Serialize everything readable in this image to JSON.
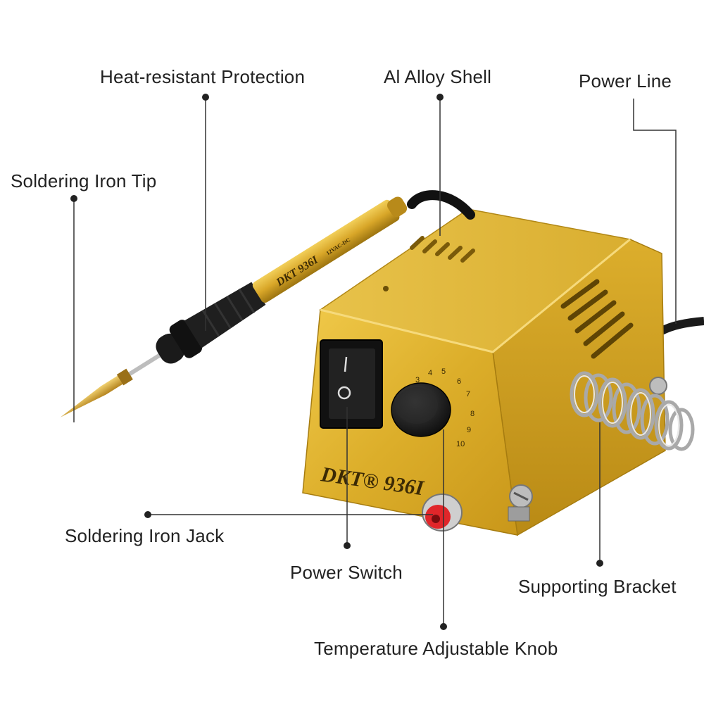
{
  "labels": {
    "heat_protection": "Heat-resistant Protection",
    "alloy_shell": "Al Alloy Shell",
    "power_line": "Power Line",
    "iron_tip": "Soldering Iron Tip",
    "iron_jack": "Soldering Iron Jack",
    "power_switch": "Power Switch",
    "supporting_bracket": "Supporting Bracket",
    "temperature_knob": "Temperature Adjustable Knob"
  },
  "product": {
    "brand": "DKT",
    "model": "936I",
    "iron_rating": "12VAC-DC",
    "switch_on_mark": "I",
    "switch_off_mark": "O",
    "dial_numbers": [
      "3",
      "4",
      "5",
      "6",
      "7",
      "8",
      "9",
      "10"
    ]
  },
  "colors": {
    "shell_gold": "#d9ad2c",
    "shell_dark": "#a87d12",
    "leader_line": "#333333",
    "jack_red": "#e0262a"
  }
}
